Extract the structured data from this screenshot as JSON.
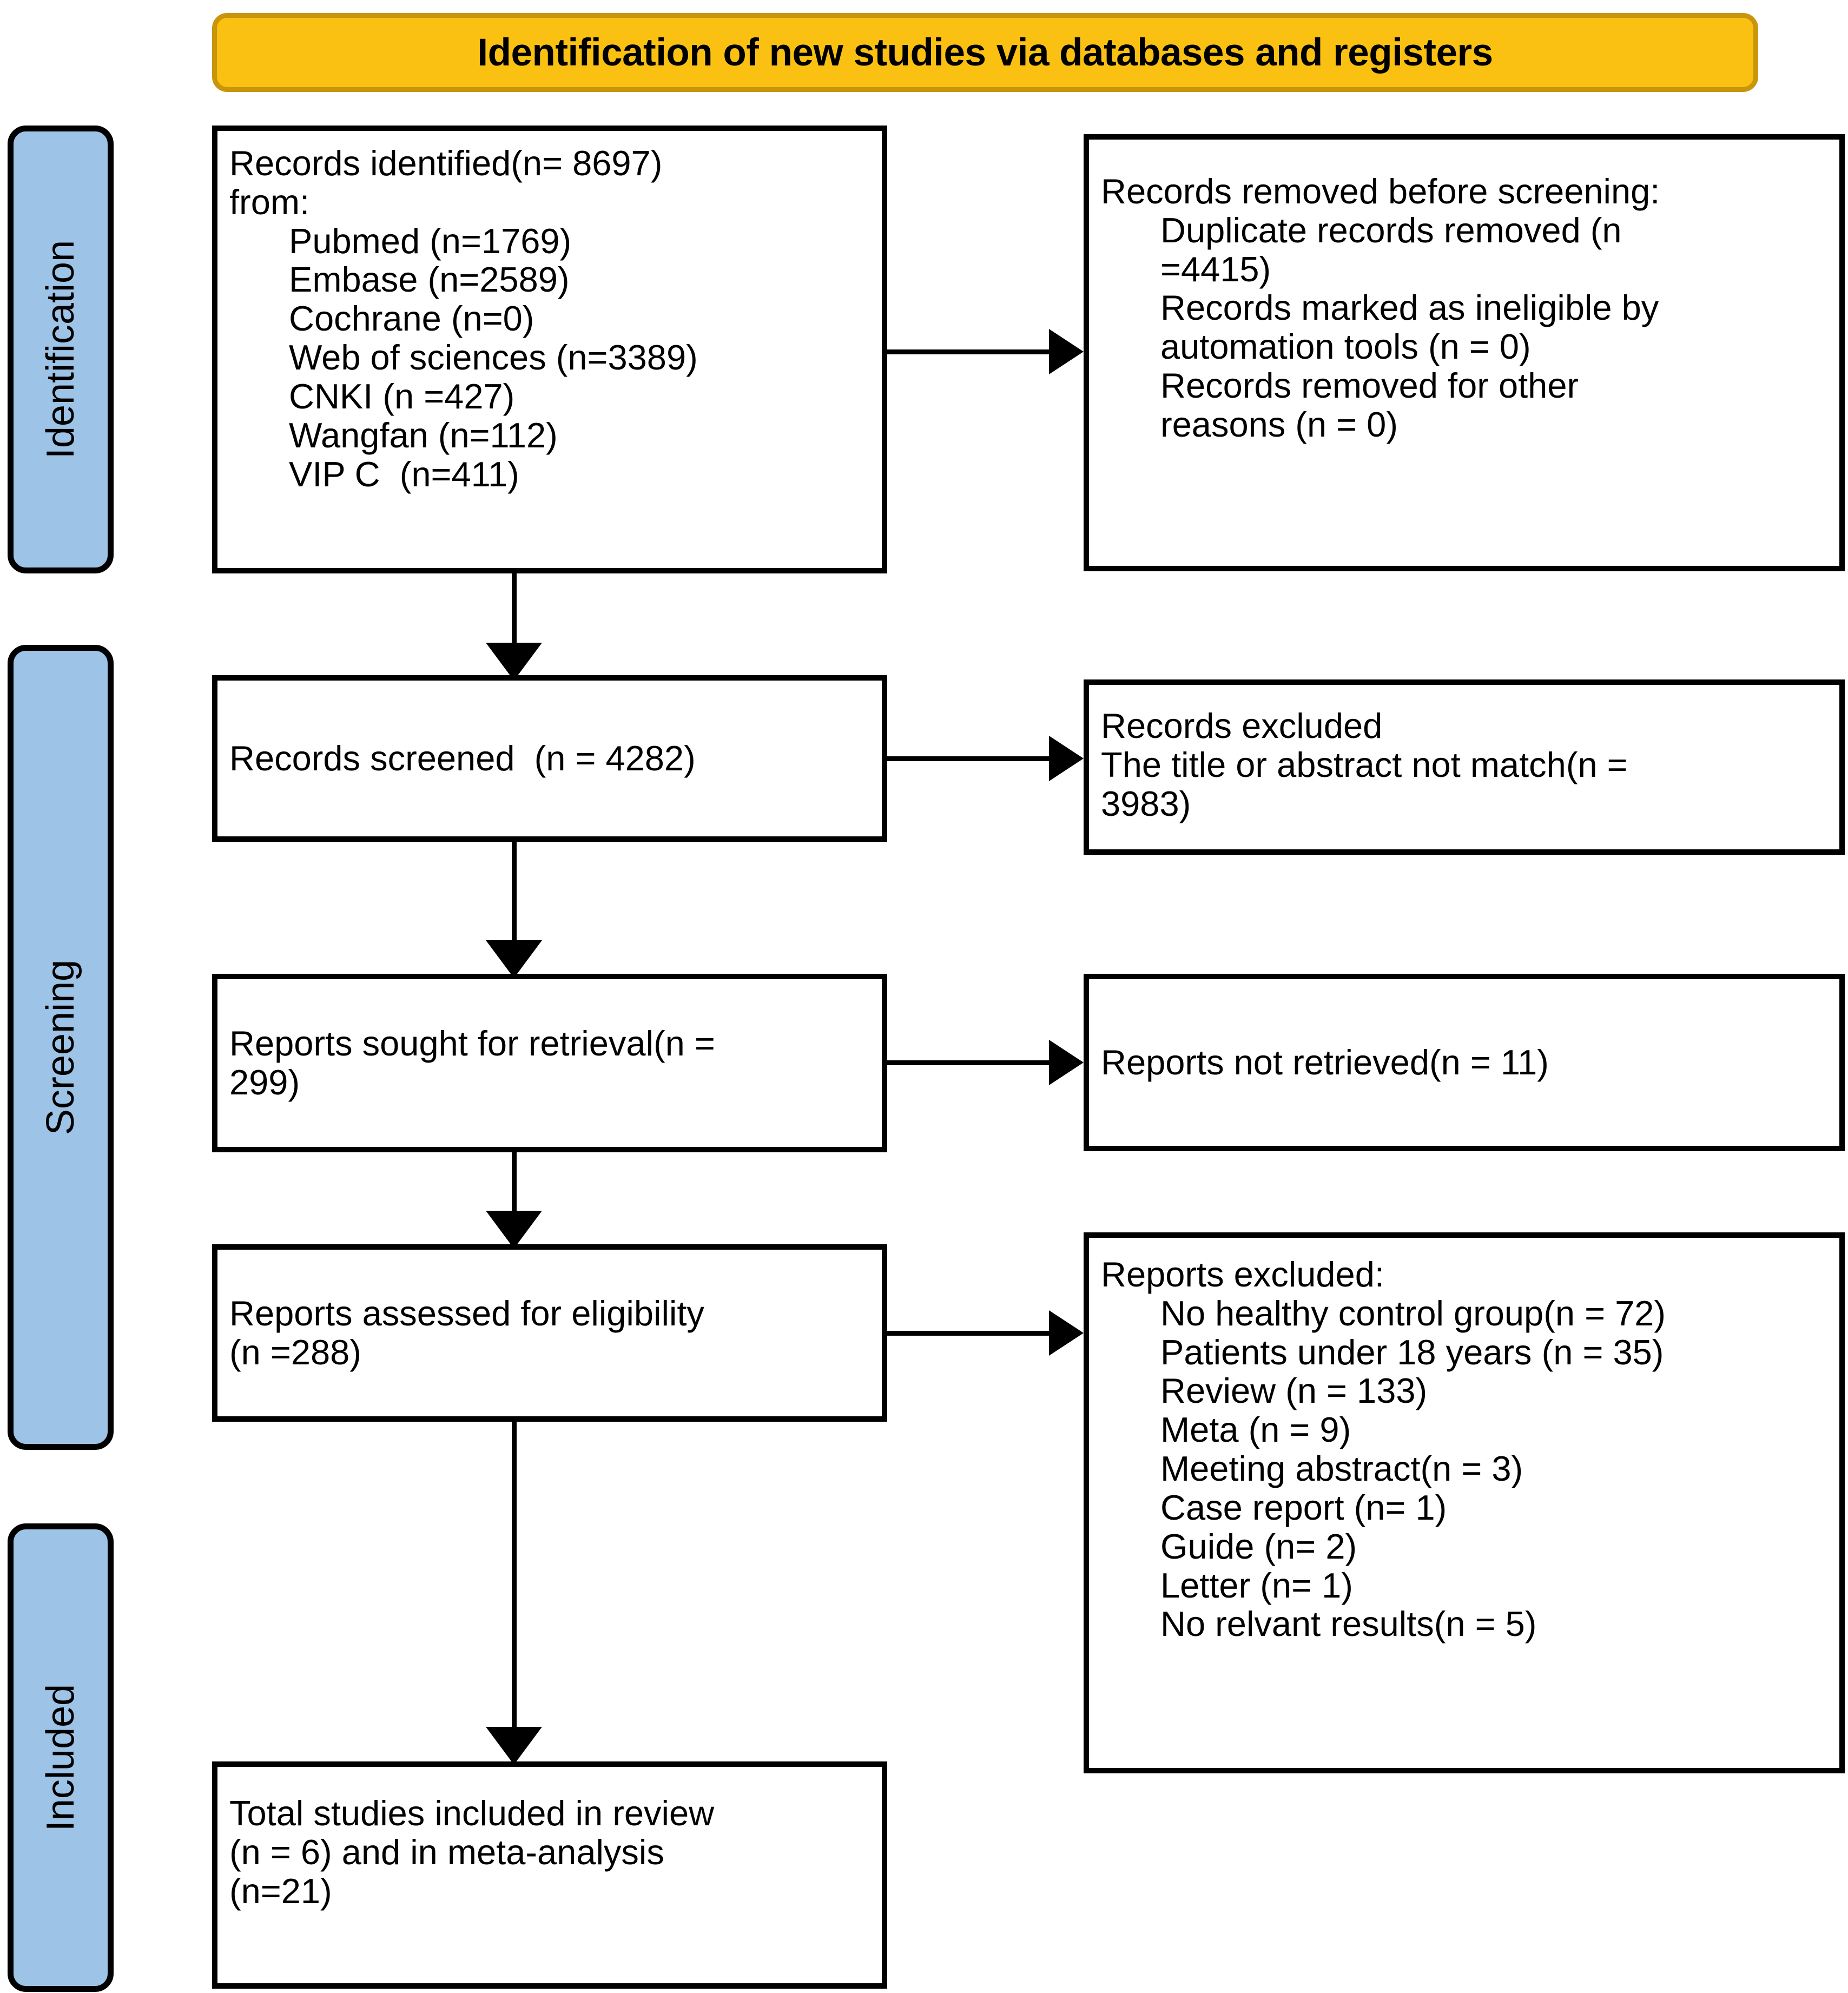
{
  "diagram": {
    "title": "PRISMA flow diagram",
    "banner": {
      "text": "Identification of new studies via databases and registers"
    },
    "colors": {
      "banner_fill": "#FBC112",
      "banner_border": "#C8950B",
      "stage_band_fill": "#9DC3E6",
      "box_border": "#000000",
      "box_fill": "#FFFFFF",
      "text": "#000000"
    },
    "stages": [
      {
        "id": "identification",
        "label": "Identification"
      },
      {
        "id": "screening",
        "label": "Screening"
      },
      {
        "id": "included",
        "label": "Included"
      }
    ],
    "boxes": {
      "records_identified": {
        "lines": [
          {
            "text": "Records identified(n= 8697)",
            "indent": false
          },
          {
            "text": "from:",
            "indent": false
          },
          {
            "text": "Pubmed (n=1769)",
            "indent": true
          },
          {
            "text": "Embase (n=2589)",
            "indent": true
          },
          {
            "text": "Cochrane (n=0)",
            "indent": true
          },
          {
            "text": "Web of sciences (n=3389)",
            "indent": true
          },
          {
            "text": "CNKI (n =427)",
            "indent": true
          },
          {
            "text": "Wangfan (n=112)",
            "indent": true
          },
          {
            "text": "VIP C  (n=411)",
            "indent": true
          }
        ]
      },
      "records_removed": {
        "lines": [
          {
            "text": "Records removed before screening:",
            "indent": false
          },
          {
            "text": "Duplicate records removed (n",
            "indent": true
          },
          {
            "text": "=4415)",
            "indent": true
          },
          {
            "text": "Records marked as ineligible by",
            "indent": true
          },
          {
            "text": "automation tools (n = 0)",
            "indent": true
          },
          {
            "text": "Records removed for other",
            "indent": true
          },
          {
            "text": "reasons (n = 0)",
            "indent": true
          }
        ]
      },
      "records_screened": {
        "lines": [
          {
            "text": "Records screened  (n = 4282)",
            "indent": false
          }
        ]
      },
      "records_excluded": {
        "lines": [
          {
            "text": "Records excluded",
            "indent": false
          },
          {
            "text": "The title or abstract not match(n =",
            "indent": false
          },
          {
            "text": "3983)",
            "indent": false
          }
        ]
      },
      "reports_sought": {
        "lines": [
          {
            "text": "Reports sought for retrieval(n =",
            "indent": false
          },
          {
            "text": "299)",
            "indent": false
          }
        ]
      },
      "reports_not_retrieved": {
        "lines": [
          {
            "text": "Reports not retrieved(n = 11)",
            "indent": false
          }
        ]
      },
      "reports_assessed": {
        "lines": [
          {
            "text": "Reports assessed for eligibility",
            "indent": false
          },
          {
            "text": "(n =288)",
            "indent": false
          }
        ]
      },
      "reports_excluded": {
        "lines": [
          {
            "text": "Reports excluded:",
            "indent": false
          },
          {
            "text": "No healthy control group(n = 72)",
            "indent": true
          },
          {
            "text": "Patients under 18 years (n = 35)",
            "indent": true
          },
          {
            "text": "Review (n = 133)",
            "indent": true
          },
          {
            "text": "Meta (n = 9)",
            "indent": true
          },
          {
            "text": "Meeting abstract(n = 3)",
            "indent": true
          },
          {
            "text": "Case report (n= 1)",
            "indent": true
          },
          {
            "text": "Guide (n= 2)",
            "indent": true
          },
          {
            "text": "Letter (n= 1)",
            "indent": true
          },
          {
            "text": "No relvant results(n = 5)",
            "indent": true
          }
        ]
      },
      "total_included": {
        "lines": [
          {
            "text": "Total studies included in review",
            "indent": false
          },
          {
            "text": "(n = 6) and in meta-analysis",
            "indent": false
          },
          {
            "text": "(n=21)",
            "indent": false
          }
        ]
      }
    },
    "counts": {
      "records_identified_total": 8697,
      "pubmed": 1769,
      "embase": 2589,
      "cochrane": 0,
      "web_of_sciences": 3389,
      "cnki": 427,
      "wangfan": 112,
      "vip_c": 411,
      "duplicates_removed": 4415,
      "ineligible_automation": 0,
      "removed_other_reasons": 0,
      "records_screened": 4282,
      "records_excluded_title_abstract": 3983,
      "reports_sought": 299,
      "reports_not_retrieved": 11,
      "reports_assessed": 288,
      "excluded_no_healthy_control": 72,
      "excluded_under_18": 35,
      "excluded_review": 133,
      "excluded_meta": 9,
      "excluded_meeting_abstract": 3,
      "excluded_case_report": 1,
      "excluded_guide": 2,
      "excluded_letter": 1,
      "excluded_no_relevant_results": 5,
      "included_review": 6,
      "included_meta_analysis": 21
    }
  }
}
